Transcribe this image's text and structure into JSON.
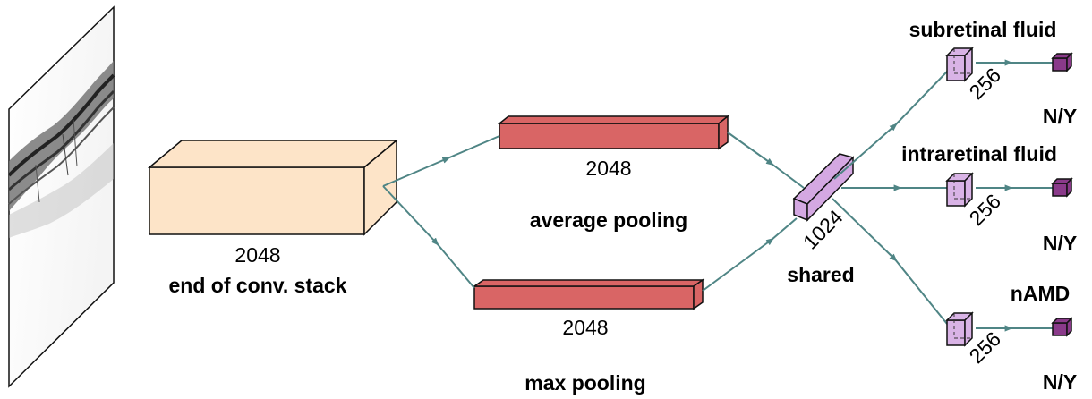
{
  "stack": {
    "dim": "2048",
    "label": "end of conv. stack",
    "color": "#fde4c8"
  },
  "avg_pool": {
    "dim": "2048",
    "label": "average pooling",
    "color": "#d96565"
  },
  "max_pool": {
    "dim": "2048",
    "label": "max pooling",
    "color": "#d96565"
  },
  "shared": {
    "dim": "1024",
    "label": "shared",
    "color": "#d4a8e2"
  },
  "heads": [
    {
      "title": "subretinal fluid",
      "dim": "256",
      "output": "N/Y"
    },
    {
      "title": "intraretinal fluid",
      "dim": "256",
      "output": "N/Y"
    },
    {
      "title": "nAMD",
      "dim": "256",
      "output": "N/Y"
    }
  ],
  "colors": {
    "edge": "#4f8585",
    "head_block": "#d9b3e6",
    "output_block": "#8a3a8a"
  }
}
